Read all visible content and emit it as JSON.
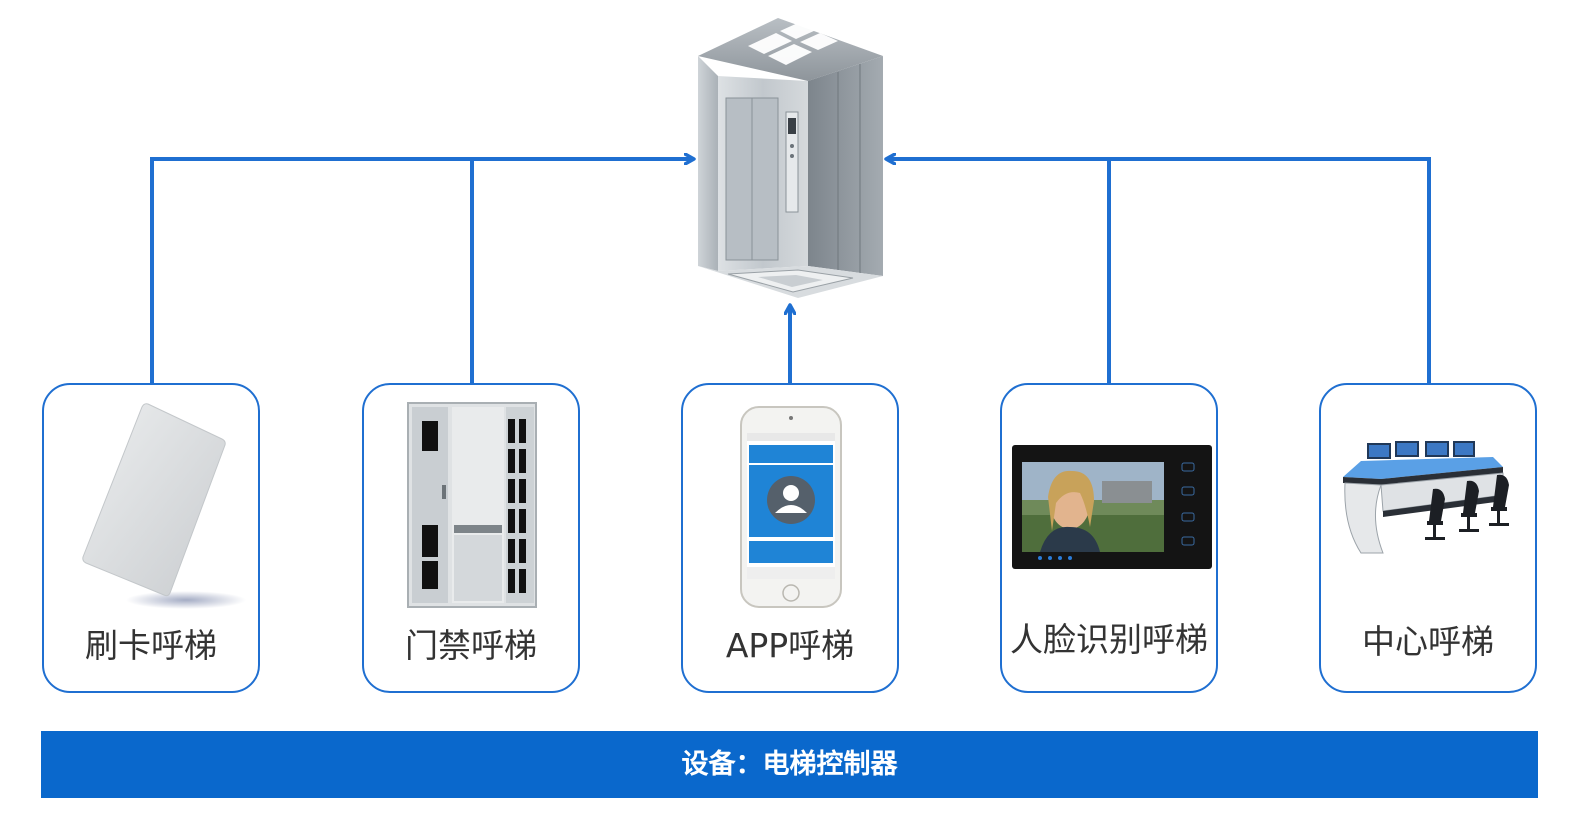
{
  "diagram": {
    "target": {
      "name": "elevator"
    },
    "methods": [
      {
        "id": "card",
        "label": "刷卡呼梯",
        "icon": "access-card-icon"
      },
      {
        "id": "door",
        "label": "门禁呼梯",
        "icon": "security-door-icon"
      },
      {
        "id": "app",
        "label": "APP呼梯",
        "icon": "smartphone-app-icon"
      },
      {
        "id": "face",
        "label": "人脸识别呼梯",
        "icon": "face-recognition-monitor-icon"
      },
      {
        "id": "center",
        "label": "中心呼梯",
        "icon": "control-center-console-icon"
      }
    ],
    "footer": "设备：电梯控制器",
    "colors": {
      "accent": "#1f6fd1",
      "footer_bg": "#0a68cc"
    }
  }
}
